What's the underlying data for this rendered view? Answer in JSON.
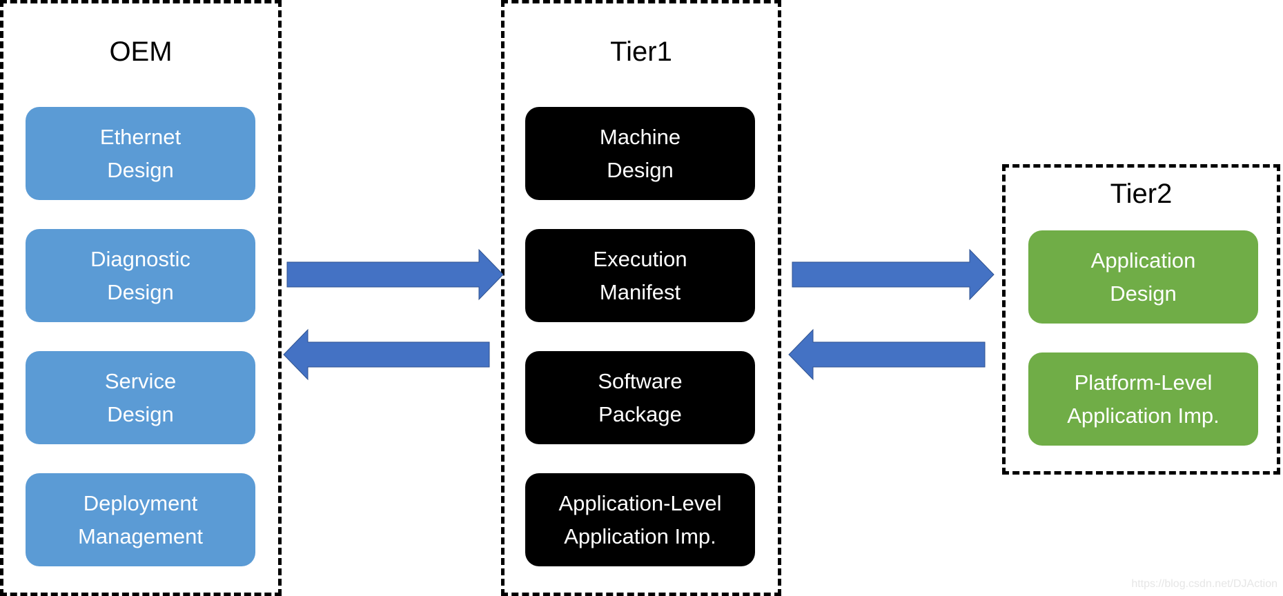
{
  "groups": {
    "oem": {
      "title": "OEM",
      "items": [
        {
          "line1": "Ethernet",
          "line2": "Design"
        },
        {
          "line1": "Diagnostic",
          "line2": "Design"
        },
        {
          "line1": "Service",
          "line2": "Design"
        },
        {
          "line1": "Deployment",
          "line2": "Management"
        }
      ]
    },
    "tier1": {
      "title": "Tier1",
      "items": [
        {
          "line1": "Machine",
          "line2": "Design"
        },
        {
          "line1": "Execution",
          "line2": "Manifest"
        },
        {
          "line1": "Software",
          "line2": "Package"
        },
        {
          "line1": "Application-Level",
          "line2": "Application Imp."
        }
      ]
    },
    "tier2": {
      "title": "Tier2",
      "items": [
        {
          "line1": "Application",
          "line2": "Design"
        },
        {
          "line1": "Platform-Level",
          "line2": "Application Imp."
        }
      ]
    }
  },
  "colors": {
    "oem_box": "#5b9bd5",
    "tier1_box": "#000000",
    "tier2_box": "#70ad47",
    "arrow": "#4472c4"
  },
  "watermark": "https://blog.csdn.net/DJAction"
}
